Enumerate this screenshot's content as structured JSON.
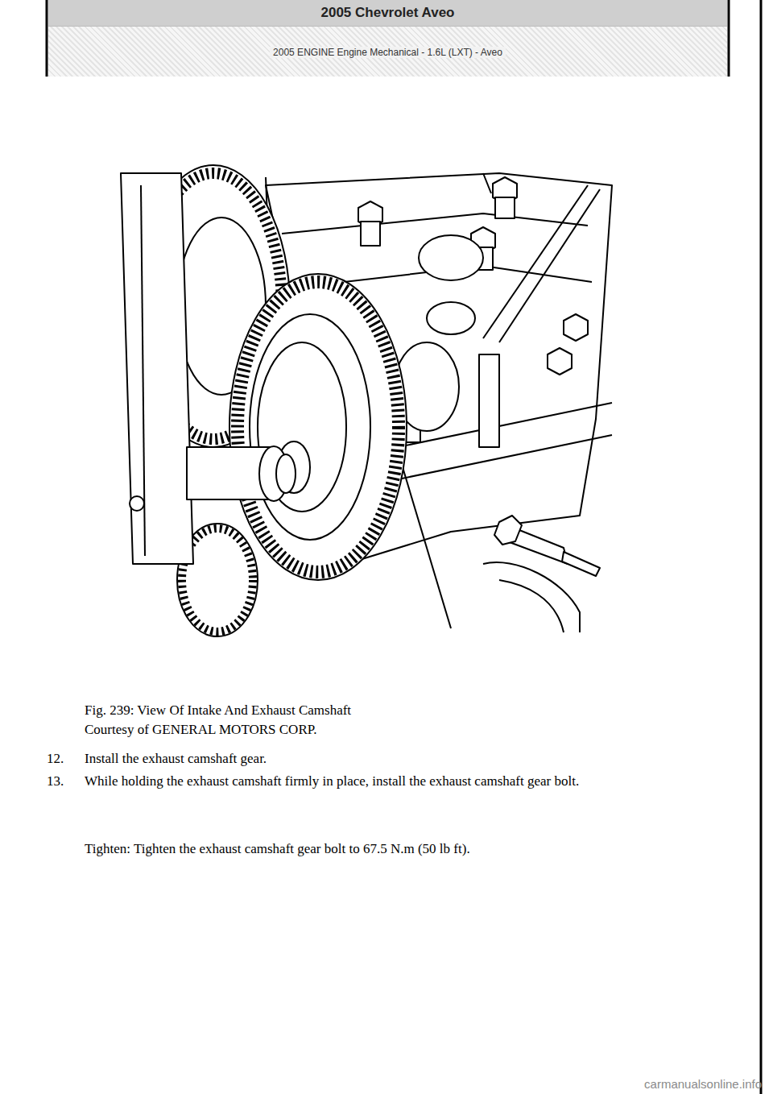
{
  "diagram": {
    "caption": "Fig. 239: View Of Intake And Exhaust Camshaft",
    "nodes": [
      {
        "text": [
          "2005 Chevrolet Aveo",
          "2005 ENGINE Engine Mechanical - 1.6L (LXT) - Aveo"
        ]
      }
    ],
    "labels": [
      "Courtesy of GENERAL MOTORS CORP.",
      "12.",
      "Install the exhaust camshaft gear.",
      "13.",
      "While holding the exhaust camshaft firmly in place, install the exhaust camshaft gear bolt.",
      "Tighten: Tighten the exhaust camshaft gear bolt to 67.5 N.m (50 lb ft).",
      "carmanualsonline.info"
    ]
  }
}
